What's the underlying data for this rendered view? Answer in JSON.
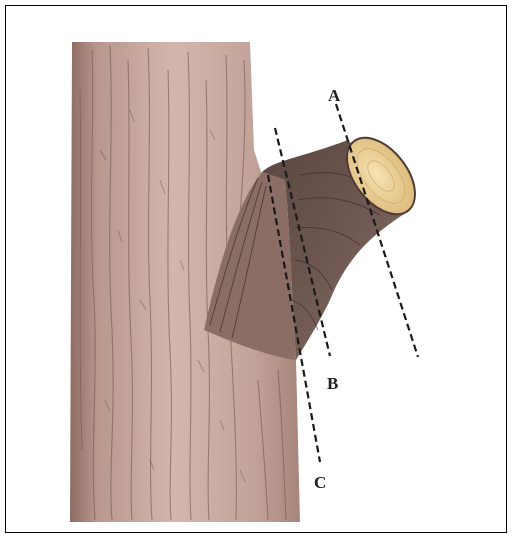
{
  "labels": {
    "a": "A",
    "b": "B",
    "c": "C"
  },
  "colors": {
    "bark_light": "#c8aaa0",
    "bark_mid": "#a98478",
    "bark_dark": "#6e5650",
    "collar_dark": "#4e3b36",
    "cut_face": "#f2d79c",
    "line": "#1a1a1a"
  }
}
